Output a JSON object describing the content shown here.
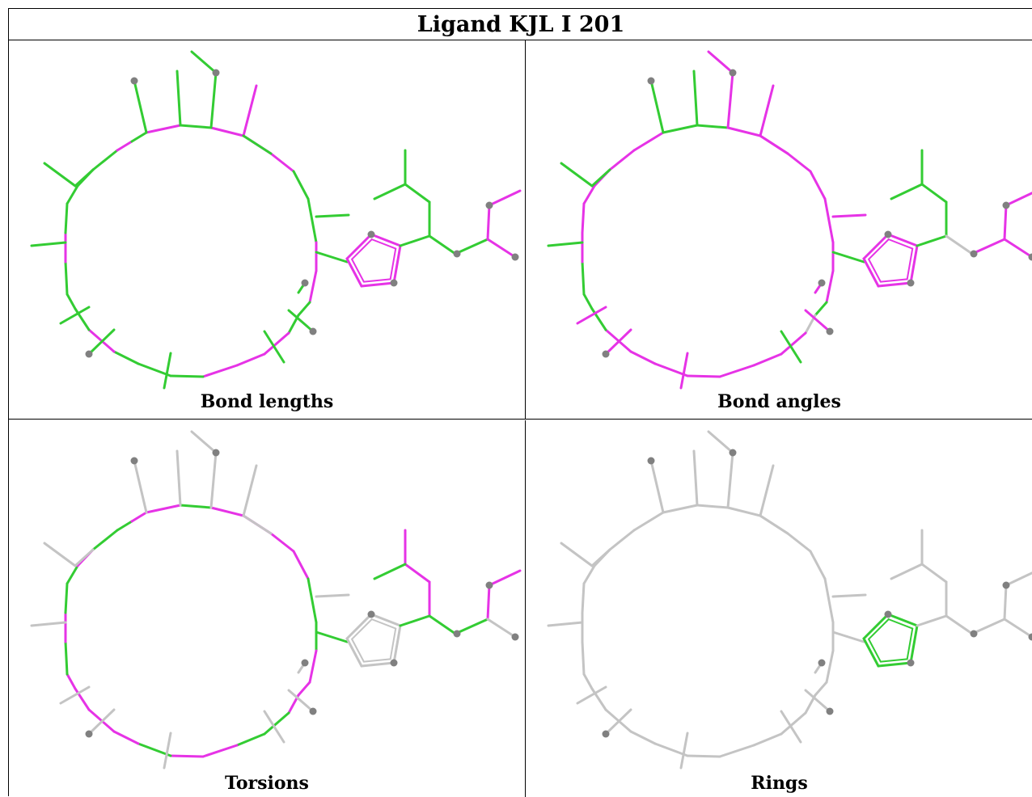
{
  "title": "Ligand KJL I 201",
  "colors": {
    "pass": "#33cc33",
    "fail": "#e633e6",
    "neutral": "#c4c4c4",
    "atom": "#808080",
    "border": "#000000"
  },
  "panels": [
    {
      "id": "bond-lengths",
      "caption": "Bond lengths",
      "ring": "GGGMGMGMMMGGMMGGMMMGGGMGGGMG",
      "ringBranches": "GGMGGGGGGGGGGGGGG",
      "pent": "MMMMM",
      "side": "GGGGGGGMMM"
    },
    {
      "id": "bond-angles",
      "caption": "Bond angles",
      "ring": "MMMMMGGMMMMMMMGNMMMMMMMGGGMM",
      "ringBranches": "GMMGGGMMMGMMMGMGM",
      "pent": "MMMMM",
      "side": "GGGGGNMMMM"
    },
    {
      "id": "torsions",
      "caption": "Torsions",
      "ring": "GMGGMMGMMMMGGMMMGGMMGMMMMGMG",
      "ringBranches": "NNNNNNNNNNNNNNNGN",
      "pent": "NNNNN",
      "side": "GMMMGGGMMN"
    },
    {
      "id": "rings",
      "caption": "Rings",
      "ring": "NNNNNNNNNNNNNNNNNNNNNNNNNNNN",
      "ringBranches": "NNNNNNNNNNNNNNNNN",
      "pent": "GGGGG",
      "side": "NNNNNNNNNN"
    }
  ]
}
